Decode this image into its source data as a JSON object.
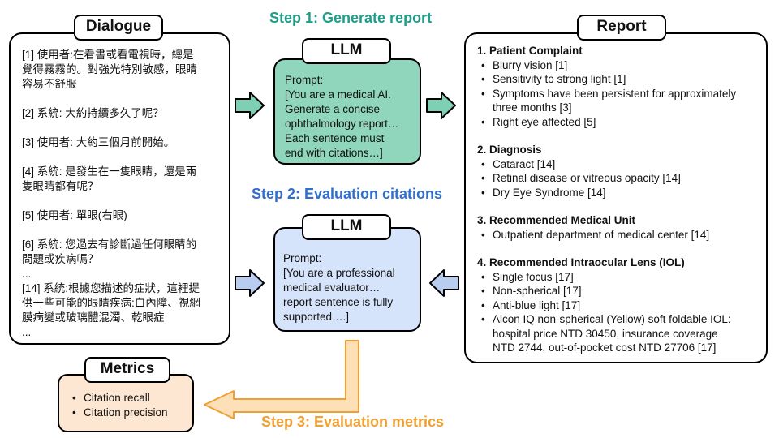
{
  "steps": {
    "step1": "Step 1: Generate report",
    "step2": "Step 2: Evaluation citations",
    "step3": "Step 3: Evaluation metrics"
  },
  "dialogue": {
    "title": "Dialogue",
    "lines": [
      "[1] 使用者:在看書或看電視時，總是",
      "覺得霧霧的。對強光特別敏感，眼睛",
      "容易不舒服",
      "",
      "[2] 系統: 大約持續多久了呢？",
      "",
      "[3] 使用者: 大約三個月前開始。",
      "",
      "[4] 系統: 是發生在一隻眼睛，還是兩",
      "隻眼睛都有呢？",
      "",
      "[5] 使用者: 單眼(右眼)",
      "",
      "[6] 系統: 您過去有診斷過任何眼睛的",
      "問題或疾病嗎？",
      "...",
      "[14] 系統:根據您描述的症狀，這裡提",
      "供一些可能的眼睛疾病:白內障、視網",
      "膜病變或玻璃體混濁、乾眼症",
      "..."
    ]
  },
  "llm1": {
    "title": "LLM",
    "prompt": [
      "Prompt:",
      "[You are a medical AI.",
      "Generate a concise",
      "ophthalmology report…",
      "Each sentence must",
      "end with citations…]"
    ]
  },
  "llm2": {
    "title": "LLM",
    "prompt": [
      "Prompt:",
      "[You are a professional",
      "medical evaluator…",
      "report sentence is fully",
      "supported….]"
    ]
  },
  "report": {
    "title": "Report",
    "sections": [
      {
        "heading": "1. Patient Complaint",
        "items": [
          [
            "Blurry vision [1]"
          ],
          [
            "Sensitivity to strong light [1]"
          ],
          [
            "Symptoms have been persistent for approximately",
            "three months [3]"
          ],
          [
            "Right eye affected [5]"
          ]
        ]
      },
      {
        "heading": "2. Diagnosis",
        "items": [
          [
            "Cataract [14]"
          ],
          [
            "Retinal disease or vitreous opacity [14]"
          ],
          [
            "Dry Eye Syndrome [14]"
          ]
        ]
      },
      {
        "heading": "3. Recommended Medical Unit",
        "items": [
          [
            "Outpatient department of medical center [14]"
          ]
        ]
      },
      {
        "heading": "4. Recommended Intraocular Lens (IOL)",
        "items": [
          [
            "Single focus [17]"
          ],
          [
            "Non-spherical [17]"
          ],
          [
            "Anti-blue light [17]"
          ],
          [
            "Alcon IQ non-spherical (Yellow) soft foldable IOL:",
            "hospital price NTD 30450, insurance coverage",
            "NTD 2744, out-of-pocket cost NTD 27706 [17]"
          ]
        ]
      }
    ]
  },
  "metrics": {
    "title": "Metrics",
    "items": [
      "Citation recall",
      "Citation precision"
    ]
  },
  "colors": {
    "step1": "#1f9e8a",
    "step2": "#2f6fce",
    "step3": "#f0a030",
    "llm1_fill": "#8fd6bd",
    "llm2_fill": "#d6e4fb",
    "metrics_fill": "#fde7d3",
    "green_arrow": "#7fcfb4",
    "blue_arrow": "#b9cdf1",
    "orange_arrow": "#fde0b8"
  }
}
